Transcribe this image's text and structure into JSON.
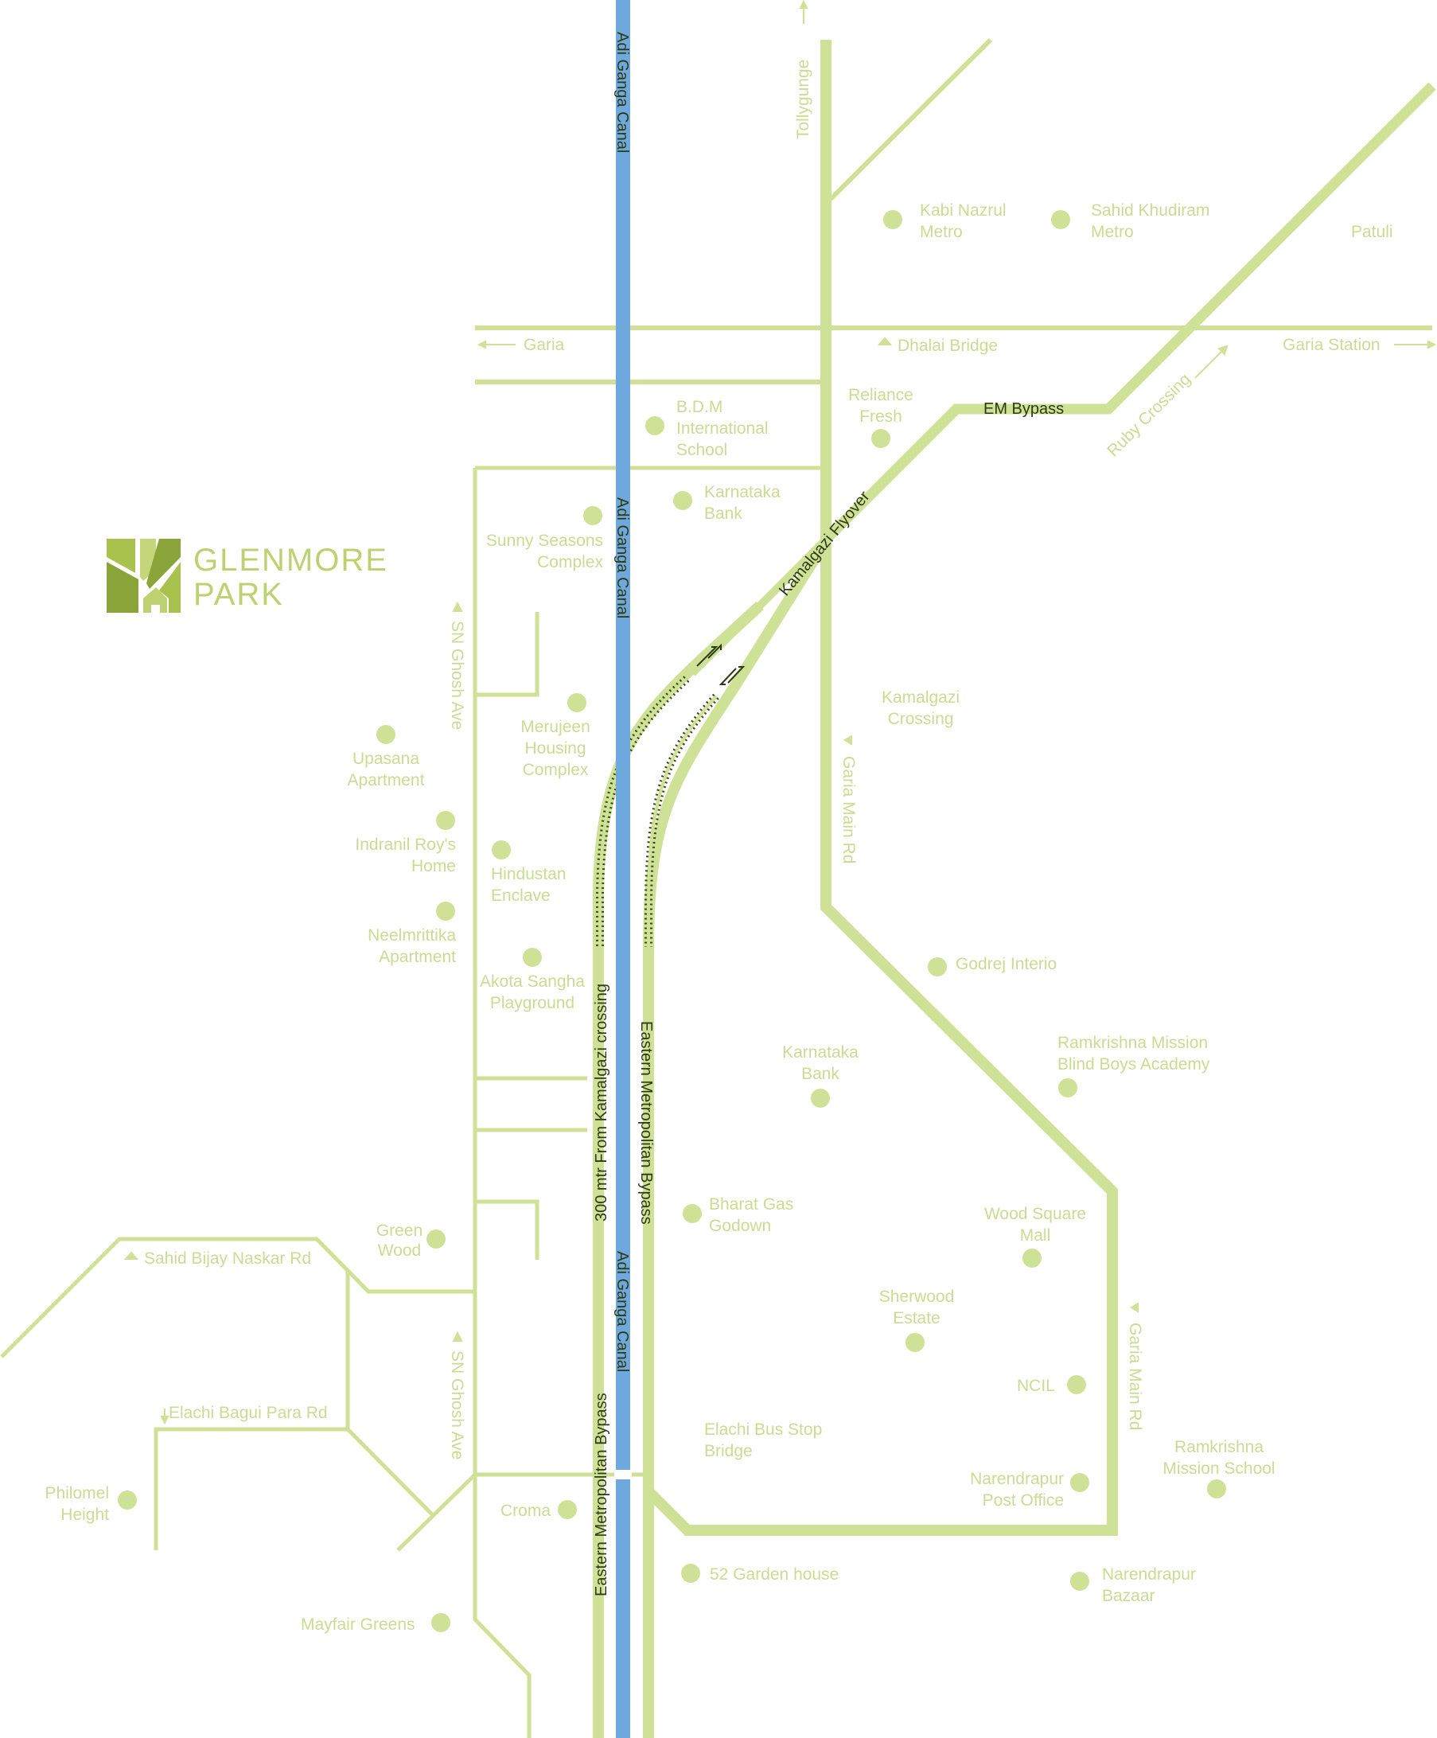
{
  "brand": {
    "name_line1": "GLENMORE",
    "name_line2": "PARK",
    "color": "#bdd171"
  },
  "colors": {
    "road": "#cfe196",
    "canal": "#6fa8dc",
    "label": "#c9dc93",
    "dark_label": "#2e3a12"
  },
  "icons": [
    "logo-icon",
    "arrow-icon",
    "poi-dot-icon"
  ],
  "roads": {
    "adi_ganga_canal_top": "Adi Ganga Canal",
    "adi_ganga_canal_mid": "Adi Ganga Canal",
    "adi_ganga_canal_bottom": "Adi Ganga Canal",
    "tollygunge": "Tollygunge",
    "garia": "Garia",
    "dhalai_bridge": "Dhalai Bridge",
    "garia_station": "Garia Station",
    "em_bypass": "EM Bypass",
    "ruby_crossing": "Ruby Crossing",
    "kamalgazi_flyover": "Kamalgazi Flyover",
    "sn_ghosh_ave_top": "SN Ghosh Ave",
    "sn_ghosh_ave_bottom": "SN Ghosh Ave",
    "garia_main_rd_top": "Garia Main Rd",
    "garia_main_rd_bottom": "Garia Main Rd",
    "crossing_300m": "300 mtr From Kamalgazi crossing",
    "eastern_bypass_mid": "Eastern Metropolitan Bypass",
    "eastern_bypass_left": "Eastern Metropolitan Bypass",
    "sahid_bijay": "Sahid Bijay Naskar Rd",
    "elachi_bagui": "Elachi Bagui Para Rd"
  },
  "places": {
    "kabi_nazrul": [
      "Kabi Nazrul",
      "Metro"
    ],
    "sahid_khudiram": [
      "Sahid Khudiram",
      "Metro"
    ],
    "patuli": "Patuli",
    "bdm": [
      "B.D.M",
      "International",
      "School"
    ],
    "reliance": [
      "Reliance",
      "Fresh"
    ],
    "karnataka_top": [
      "Karnataka",
      "Bank"
    ],
    "sunny_seasons": [
      "Sunny Seasons",
      "Complex"
    ],
    "merujeen": [
      "Merujeen",
      "Housing",
      "Complex"
    ],
    "upasana": [
      "Upasana",
      "Apartment"
    ],
    "indranil": [
      "Indranil Roy's",
      "Home"
    ],
    "hindustan": [
      "Hindustan",
      "Enclave"
    ],
    "neelmrittika": [
      "Neelmrittika",
      "Apartment"
    ],
    "akota": [
      "Akota Sangha",
      "Playground"
    ],
    "kamalgazi_crossing": [
      "Kamalgazi",
      "Crossing"
    ],
    "godrej": "Godrej Interio",
    "ramkrishna_blind": [
      "Ramkrishna Mission",
      "Blind Boys Academy"
    ],
    "karnataka_bottom": [
      "Karnataka",
      "Bank"
    ],
    "bharat_gas": [
      "Bharat Gas",
      "Godown"
    ],
    "wood_square": [
      "Wood Square",
      "Mall"
    ],
    "green_wood": [
      "Green",
      "Wood"
    ],
    "sherwood": [
      "Sherwood",
      "Estate"
    ],
    "ncil": "NCIL",
    "elachi_bus": [
      "Elachi Bus Stop",
      "Bridge"
    ],
    "narendrapur_po": [
      "Narendrapur",
      "Post Office"
    ],
    "ramkrishna_school": [
      "Ramkrishna",
      "Mission School"
    ],
    "philomel": [
      "Philomel",
      "Height"
    ],
    "croma": "Croma",
    "garden_house": "52 Garden house",
    "narendrapur_bazaar": [
      "Narendrapur",
      "Bazaar"
    ],
    "mayfair": "Mayfair Greens"
  }
}
